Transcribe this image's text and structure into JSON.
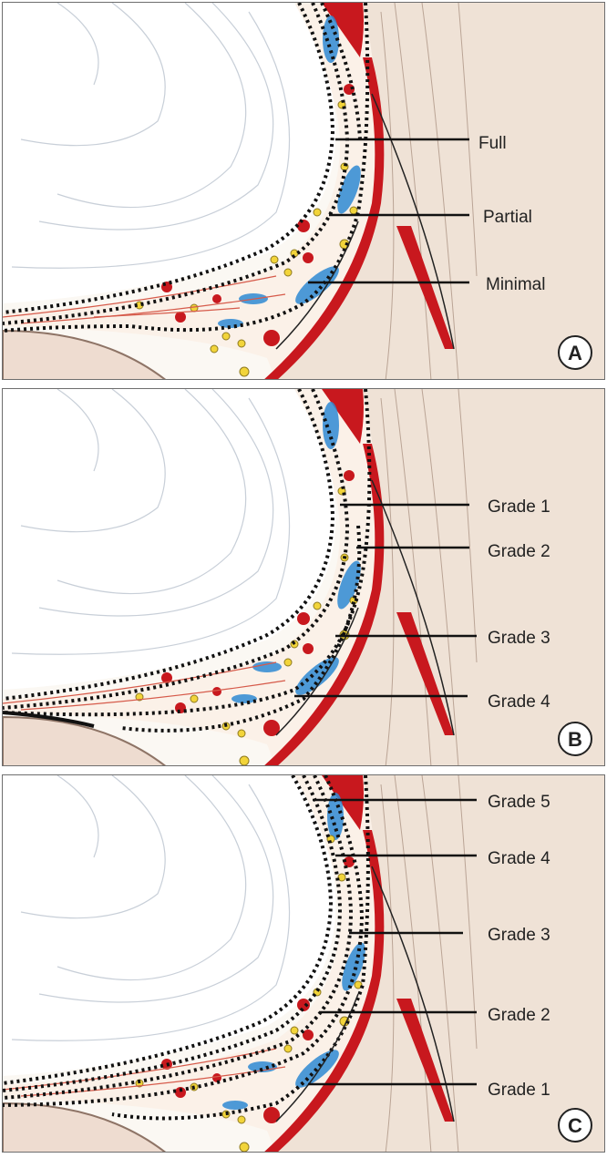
{
  "panels": [
    {
      "id": "A",
      "badge": "A",
      "labels": [
        "Full",
        "Partial",
        "Minimal"
      ]
    },
    {
      "id": "B",
      "badge": "B",
      "labels": [
        "Grade 1",
        "Grade 2",
        "Grade 3",
        "Grade 4"
      ]
    },
    {
      "id": "C",
      "badge": "C",
      "labels": [
        "Grade 5",
        "Grade 4",
        "Grade 3",
        "Grade 2",
        "Grade 1"
      ]
    }
  ],
  "colors": {
    "muscle_red": "#c8181e",
    "fat_blue": "#2f8ad4",
    "fat_yellow": "#f2d43a",
    "tissue_pink": "#e9d6c8",
    "fascia_line": "#111111"
  }
}
